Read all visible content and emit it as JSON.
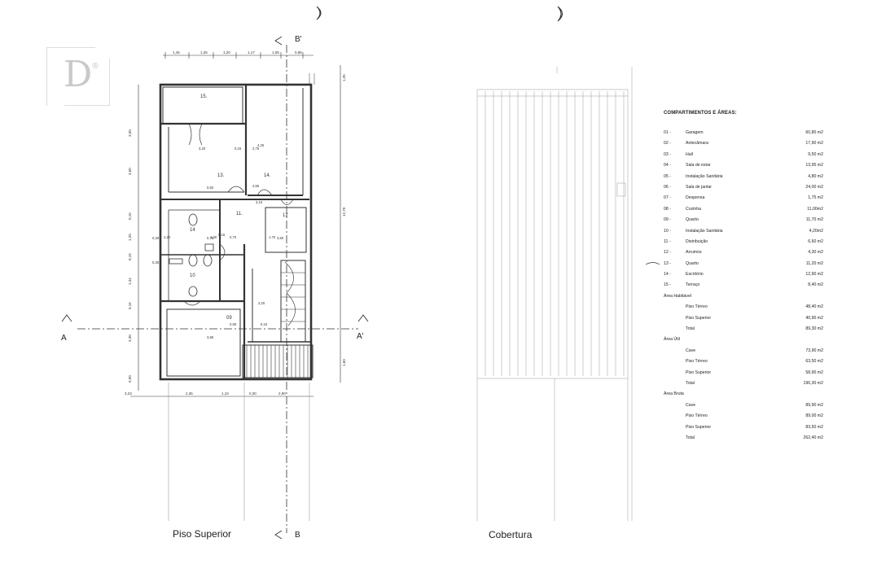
{
  "plan": {
    "title": "Piso Superior",
    "section_a_left": "A",
    "section_a_right": "A'",
    "section_b_top": "B'",
    "section_b_bottom": "B",
    "top_dims": [
      "1,45",
      "1,25",
      "1,20",
      "1,17",
      "1,05",
      "0,85"
    ],
    "bottom_dims": [
      "3,23",
      "2,35",
      "1,10",
      "0,30",
      "2,90"
    ],
    "left_dims": [
      "3,50",
      "3,60",
      "0,15",
      "1,20",
      "0,15",
      "1,34",
      "0,15",
      "3,30",
      "0,90"
    ],
    "right_dims": [
      "1,35",
      "12,70",
      "1,60"
    ],
    "room_labels": [
      "15.",
      "13.",
      "14.",
      "11.",
      "12",
      "14",
      "10",
      "09"
    ],
    "room_dims": [
      "3,20",
      "0,15",
      "2,75",
      "4,25",
      "0,82",
      "3,10",
      "3,50",
      "2,20",
      "1,30",
      "1,70",
      "0,15",
      "0,70",
      "0,75",
      "0,30",
      "0,30",
      "3,85",
      "0,90",
      "0,15",
      "3,20",
      "2,55"
    ]
  },
  "roof": {
    "title": "Cobertura"
  },
  "legend": {
    "title": "COMPARTIMENTOS E ÁREAS:",
    "rooms": [
      {
        "num": "01 -",
        "name": "Garagem",
        "area": "60,80 m2"
      },
      {
        "num": "02 -",
        "name": "Antecâmara",
        "area": "17,90 m2"
      },
      {
        "num": "03 -",
        "name": "Hall",
        "area": "9,50 m2"
      },
      {
        "num": "04 -",
        "name": "Sala de estar",
        "area": "13,95 m2"
      },
      {
        "num": "05 -",
        "name": "Instalação Sanitária",
        "area": "4,80 m2"
      },
      {
        "num": "06 -",
        "name": "Sala de jantar",
        "area": "24,00 m2"
      },
      {
        "num": "07 -",
        "name": "Despensa",
        "area": "1,75 m2"
      },
      {
        "num": "08 -",
        "name": "Cozinha",
        "area": "11,00m2"
      },
      {
        "num": "09 -",
        "name": "Quarto",
        "area": "11,70 m2"
      },
      {
        "num": "10 -",
        "name": "Instalação Sanitária",
        "area": "4,20m2"
      },
      {
        "num": "11 -",
        "name": "Distribuição",
        "area": "6,60 m2"
      },
      {
        "num": "12 -",
        "name": "Arrumos",
        "area": "4,30 m2"
      },
      {
        "num": "13 -",
        "name": "Quarto",
        "area": "11,20 m2"
      },
      {
        "num": "14 -",
        "name": "Escritório",
        "area": "12,90 m2"
      },
      {
        "num": "15 -",
        "name": "Terraço",
        "area": "8,40 m2"
      }
    ],
    "groups": [
      {
        "name": "Área Habitável",
        "rows": [
          {
            "label": "Piso Térreo",
            "area": "48,40 m2"
          },
          {
            "label": "Piso Superior",
            "area": "40,90 m2"
          },
          {
            "label": "Total",
            "area": "89,30 m2"
          }
        ]
      },
      {
        "name": "Área Útil",
        "rows": [
          {
            "label": "Cave",
            "area": "73,90 m2"
          },
          {
            "label": "Piso Térreo",
            "area": "63,50 m2"
          },
          {
            "label": "Piso Superior",
            "area": "58,90 m2"
          },
          {
            "label": "Total",
            "area": "196,30 m2"
          }
        ]
      },
      {
        "name": "Área Bruta",
        "rows": [
          {
            "label": "Cave",
            "area": "89,90 m2"
          },
          {
            "label": "Piso Térreo",
            "area": "89,00 m2"
          },
          {
            "label": "Piso Superior",
            "area": "83,50 m2"
          },
          {
            "label": "Total",
            "area": "262,40 m2"
          }
        ]
      }
    ]
  },
  "colors": {
    "line": "#333333",
    "faint": "#9a9a9a",
    "logo": "#c9c9c9"
  }
}
